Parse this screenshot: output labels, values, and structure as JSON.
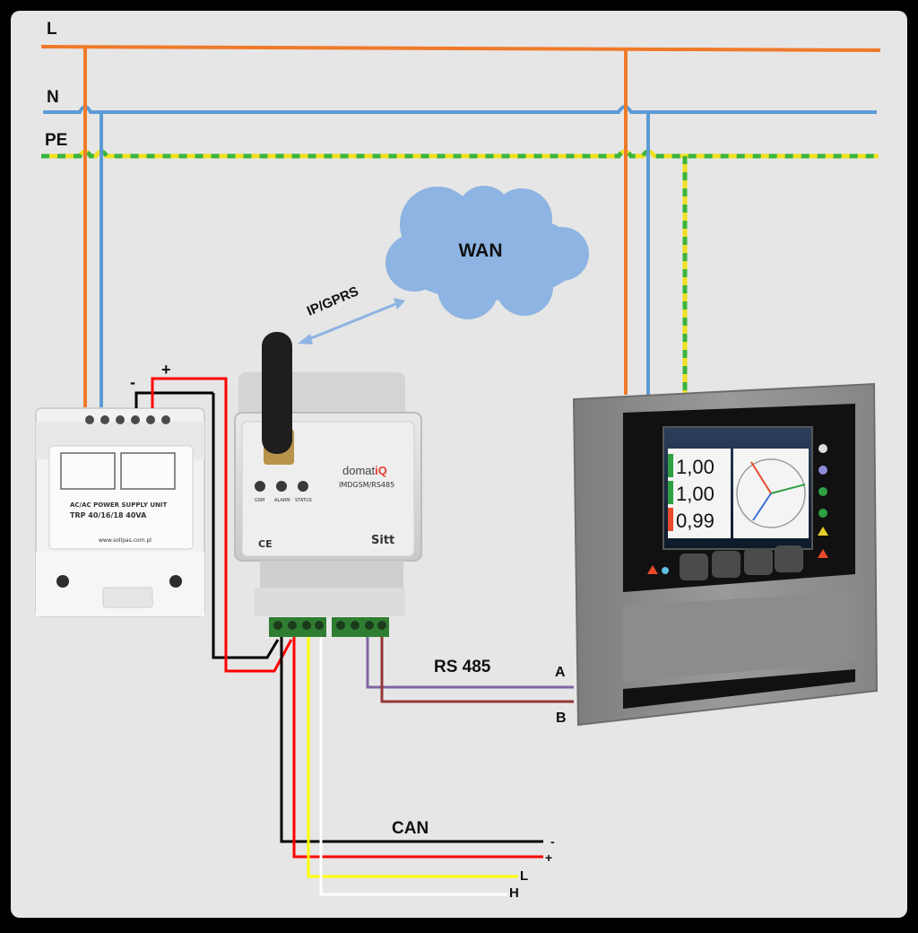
{
  "bus_labels": {
    "L": "L",
    "N": "N",
    "PE": "PE"
  },
  "cloud": {
    "label": "WAN"
  },
  "link_label": "IP/GPRS",
  "power_supply": {
    "minus": "-",
    "plus": "+",
    "line1": "AC/AC POWER SUPPLY UNIT",
    "line2": "TRP 40/16/18 40VA",
    "website": "www.sollpas.com.pl"
  },
  "gateway": {
    "brand": "domat",
    "brand_suffix": "iQ",
    "model": "IMDGSM/RS485",
    "led_labels": [
      "GSM",
      "ALARM",
      "STATUS"
    ],
    "ce_mark": "CE",
    "maker": "Sitt"
  },
  "meter": {
    "readings": [
      "1,00",
      "1,00",
      "0,99"
    ]
  },
  "rs485": {
    "label": "RS 485",
    "a": "A",
    "b": "B"
  },
  "can": {
    "label": "CAN",
    "minus": "-",
    "plus": "+",
    "l": "L",
    "h": "H"
  },
  "colors": {
    "frame": "#000000",
    "background": "#e6e6e6",
    "line_L": "#f07a2a",
    "line_N": "#5b9bd5",
    "line_PE_green": "#3cb43c",
    "line_PE_yellow": "#f0e020",
    "cloud": "#8db4e2",
    "rs485_a": "#8064a2",
    "rs485_b": "#953735",
    "wire_red": "#ff0000",
    "wire_black": "#000000",
    "wire_yellow": "#ffff00",
    "wire_white": "#ffffff"
  }
}
